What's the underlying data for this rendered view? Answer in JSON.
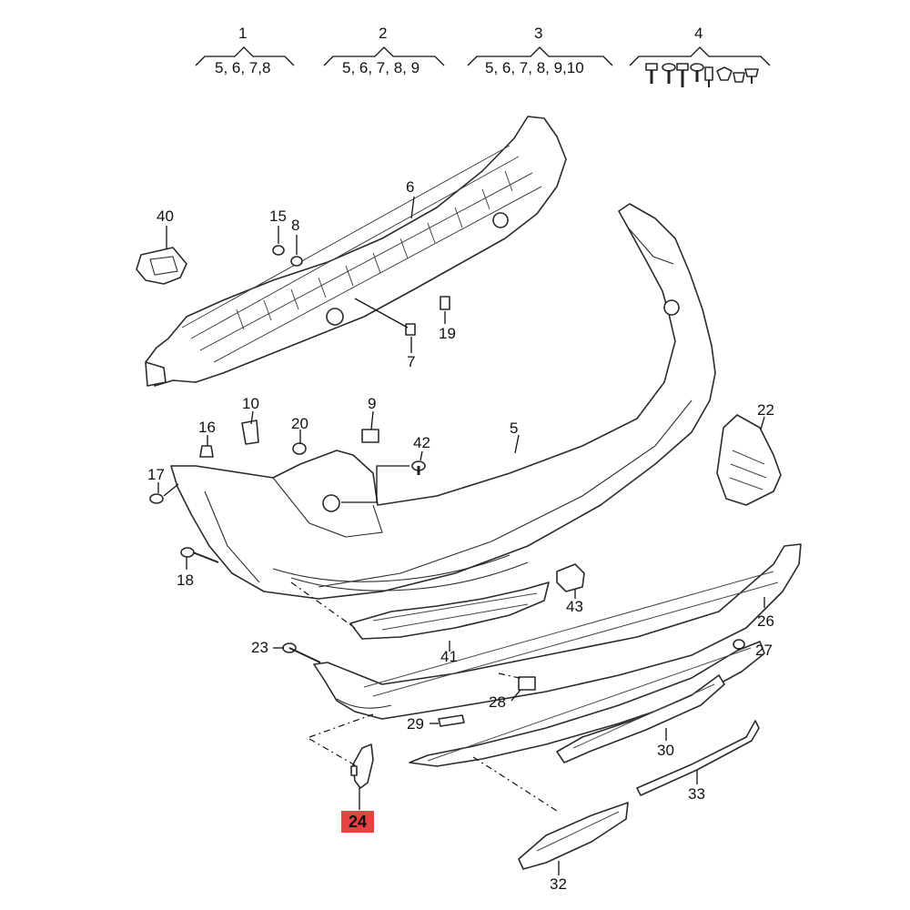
{
  "groups": [
    {
      "number": "1",
      "items": "5, 6, 7,8"
    },
    {
      "number": "2",
      "items": "5, 6, 7, 8, 9"
    },
    {
      "number": "3",
      "items": "5, 6, 7, 8, 9,10"
    },
    {
      "number": "4",
      "items": ""
    }
  ],
  "labels": {
    "l5": "5",
    "l6": "6",
    "l7": "7",
    "l8": "8",
    "l9": "9",
    "l10": "10",
    "l15": "15",
    "l16": "16",
    "l17": "17",
    "l18": "18",
    "l19": "19",
    "l20": "20",
    "l22": "22",
    "l23": "23",
    "l26": "26",
    "l27": "27",
    "l28": "28",
    "l29": "29",
    "l30": "30",
    "l32": "32",
    "l33": "33",
    "l40": "40",
    "l41": "41",
    "l42": "42",
    "l43": "43"
  },
  "highlight": {
    "label": "24",
    "color": "#e8413f"
  }
}
